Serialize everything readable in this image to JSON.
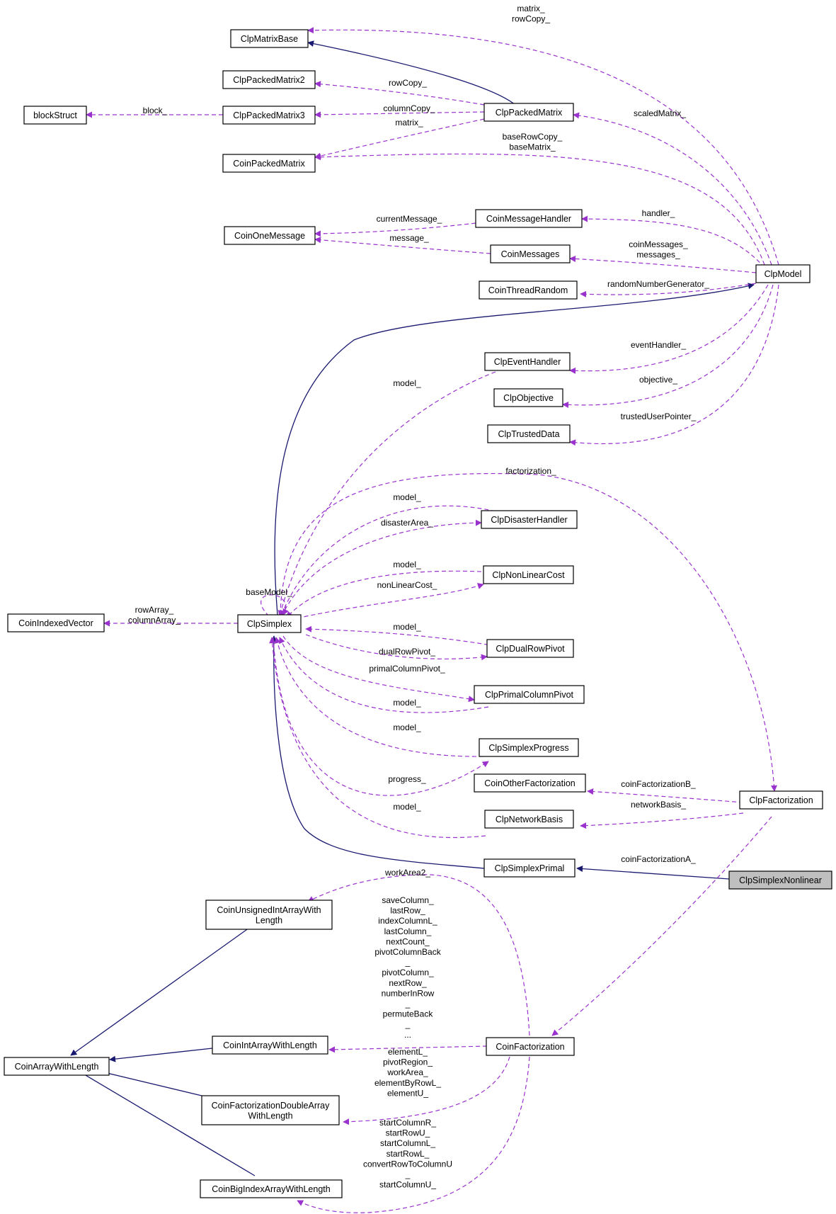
{
  "diagram": {
    "title": "",
    "colors": {
      "inherit": "#191970",
      "use": "#9a32cd",
      "current_fill": "#bfbfbf"
    },
    "nodes": {
      "ClpMatrixBase": [
        "ClpMatrixBase"
      ],
      "ClpPackedMatrix2": [
        "ClpPackedMatrix2"
      ],
      "blockStruct": [
        "blockStruct"
      ],
      "ClpPackedMatrix3": [
        "ClpPackedMatrix3"
      ],
      "ClpPackedMatrix": [
        "ClpPackedMatrix"
      ],
      "CoinPackedMatrix": [
        "CoinPackedMatrix"
      ],
      "CoinMessageHandler": [
        "CoinMessageHandler"
      ],
      "CoinOneMessage": [
        "CoinOneMessage"
      ],
      "CoinMessages": [
        "CoinMessages"
      ],
      "ClpModel": [
        "ClpModel"
      ],
      "CoinThreadRandom": [
        "CoinThreadRandom"
      ],
      "ClpEventHandler": [
        "ClpEventHandler"
      ],
      "ClpObjective": [
        "ClpObjective"
      ],
      "ClpTrustedData": [
        "ClpTrustedData"
      ],
      "ClpDisasterHandler": [
        "ClpDisasterHandler"
      ],
      "ClpNonLinearCost": [
        "ClpNonLinearCost"
      ],
      "CoinIndexedVector": [
        "CoinIndexedVector"
      ],
      "ClpSimplex": [
        "ClpSimplex"
      ],
      "ClpDualRowPivot": [
        "ClpDualRowPivot"
      ],
      "ClpPrimalColumnPivot": [
        "ClpPrimalColumnPivot"
      ],
      "ClpSimplexProgress": [
        "ClpSimplexProgress"
      ],
      "CoinOtherFactorization": [
        "CoinOtherFactorization"
      ],
      "ClpFactorization": [
        "ClpFactorization"
      ],
      "ClpNetworkBasis": [
        "ClpNetworkBasis"
      ],
      "ClpSimplexPrimal": [
        "ClpSimplexPrimal"
      ],
      "ClpSimplexNonlinear": [
        "ClpSimplexNonlinear"
      ],
      "CoinUnsignedIntArrayWithLength": [
        "CoinUnsignedIntArrayWith",
        "Length"
      ],
      "CoinIntArrayWithLength": [
        "CoinIntArrayWithLength"
      ],
      "CoinFactorization": [
        "CoinFactorization"
      ],
      "CoinArrayWithLength": [
        "CoinArrayWithLength"
      ],
      "CoinFactorizationDoubleArrayWithLength": [
        "CoinFactorizationDoubleArray",
        "WithLength"
      ],
      "CoinBigIndexArrayWithLength": [
        "CoinBigIndexArrayWithLength"
      ]
    },
    "edge_labels": {
      "matrix_rowCopy": [
        "matrix_",
        "rowCopy_"
      ],
      "rowCopy": [
        "rowCopy_"
      ],
      "block": [
        "block_"
      ],
      "columnCopy": [
        "columnCopy_"
      ],
      "matrix": [
        "matrix_"
      ],
      "scaledMatrix": [
        "scaledMatrix_"
      ],
      "baseRowCopy": [
        "baseRowCopy_",
        "baseMatrix_"
      ],
      "currentMessage": [
        "currentMessage_"
      ],
      "message": [
        "message_"
      ],
      "handler": [
        "handler_"
      ],
      "coinMessages": [
        "coinMessages_",
        "messages_"
      ],
      "randomNumberGenerator": [
        "randomNumberGenerator_"
      ],
      "eventHandler": [
        "eventHandler_"
      ],
      "objective": [
        "objective_"
      ],
      "trustedUserPointer": [
        "trustedUserPointer_"
      ],
      "model_event": [
        "model_"
      ],
      "factorization": [
        "factorization_"
      ],
      "model_disaster": [
        "model_"
      ],
      "disasterArea": [
        "disasterArea_"
      ],
      "model_nonlin": [
        "model_"
      ],
      "nonLinearCost": [
        "nonLinearCost_"
      ],
      "baseModel": [
        "baseModel_"
      ],
      "rowArray": [
        "rowArray_",
        "columnArray_"
      ],
      "model_dual": [
        "model_"
      ],
      "dualRowPivot": [
        "dualRowPivot_"
      ],
      "primalColumnPivot": [
        "primalColumnPivot_"
      ],
      "model_primal": [
        "model_"
      ],
      "model_progress": [
        "model_"
      ],
      "progress": [
        "progress_"
      ],
      "model_network": [
        "model_"
      ],
      "coinFactorizationB": [
        "coinFactorizationB_"
      ],
      "networkBasis": [
        "networkBasis_"
      ],
      "coinFactorizationA": [
        "coinFactorizationA_"
      ],
      "workArea2": [
        "workArea2_"
      ],
      "intArrays": [
        "saveColumn_",
        "lastRow_",
        "indexColumnL_",
        "lastColumn_",
        "nextCount_",
        "pivotColumnBack",
        "_",
        "pivotColumn_",
        "nextRow_",
        "numberInRow",
        "_",
        "permuteBack",
        "_",
        "..."
      ],
      "doubleArrays": [
        "elementL_",
        "pivotRegion_",
        "workArea_",
        "elementByRowL_",
        "elementU_"
      ],
      "bigIndexArrays": [
        "startColumnR_",
        "startRowU_",
        "startColumnL_",
        "startRowL_",
        "convertRowToColumnU",
        "_",
        "startColumnU_"
      ]
    }
  }
}
